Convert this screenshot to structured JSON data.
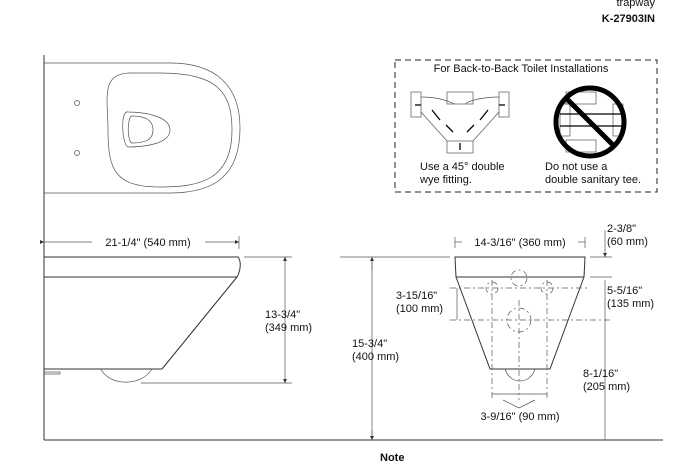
{
  "header": {
    "subtitle": "trapway",
    "model": "K-27903IN"
  },
  "inset": {
    "title": "For Back-to-Back Toilet Installations",
    "left_caption": [
      "Use a 45° double",
      "wye fitting."
    ],
    "right_caption": [
      "Do not use a",
      "double sanitary tee."
    ]
  },
  "side_view": {
    "length": "21-1/4\" (540 mm)",
    "height": [
      "13-3/4\"",
      "(349 mm)"
    ]
  },
  "front_view": {
    "width": "14-3/16\" (360 mm)",
    "rim_height": [
      "15-3/4\"",
      "(400 mm)"
    ],
    "top_offset": [
      "2-3/8\"",
      "(60 mm)"
    ],
    "bolt_spacing_v": [
      "3-15/16\"",
      "(100 mm)"
    ],
    "bolt_to_outlet": [
      "5-5/16\"",
      "(135 mm)"
    ],
    "outlet_height": [
      "8-1/16\"",
      "(205 mm)"
    ],
    "bolt_spacing_h": "3-9/16\" (90 mm)"
  },
  "footer": {
    "note": "Note"
  }
}
